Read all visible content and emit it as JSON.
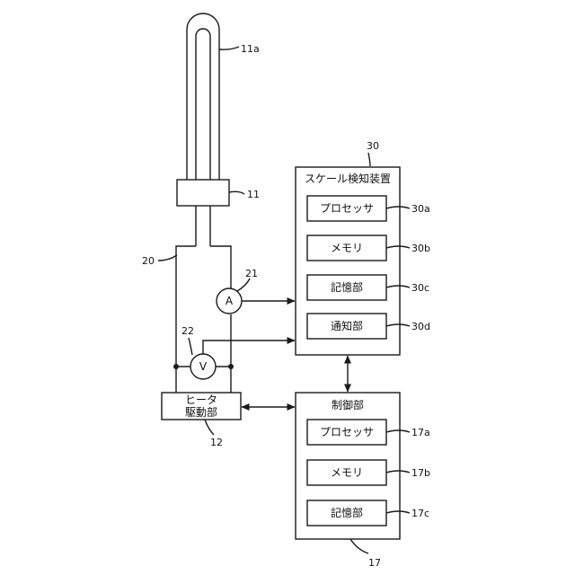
{
  "refs": {
    "heater_tube": "11a",
    "heater_base": "11",
    "wiring": "20",
    "ammeter": "21",
    "voltmeter": "22",
    "heater_driver": "12",
    "scale_device": "30",
    "processor_30": "30a",
    "memory_30": "30b",
    "storage_30": "30c",
    "notify_30": "30d",
    "controller": "17",
    "processor_17": "17a",
    "memory_17": "17b",
    "storage_17": "17c"
  },
  "labels": {
    "ammeter_symbol": "A",
    "voltmeter_symbol": "V",
    "heater_driver_line1": "ヒータ",
    "heater_driver_line2": "駆動部",
    "scale_device_title": "スケール検知装置",
    "processor": "プロセッサ",
    "memory": "メモリ",
    "storage": "記憶部",
    "notify": "通知部",
    "controller_title": "制御部"
  }
}
